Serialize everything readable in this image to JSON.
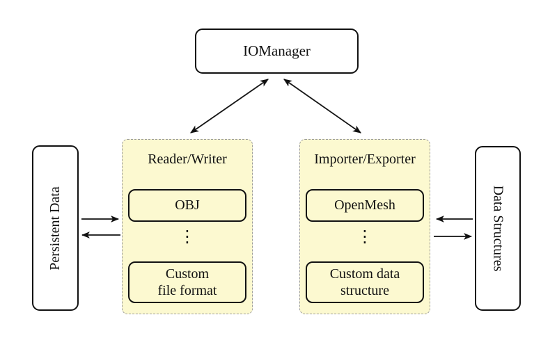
{
  "nodes": {
    "iomanager": "IOManager",
    "persistent_data": "Persistent Data",
    "data_structures": "Data Structures"
  },
  "groups": {
    "reader_writer": {
      "title": "Reader/Writer",
      "items": [
        "OBJ",
        "Custom\nfile format"
      ],
      "dots": "⋮"
    },
    "importer_exporter": {
      "title": "Importer/Exporter",
      "items": [
        "OpenMesh",
        "Custom data\nstructure"
      ],
      "dots": "⋮"
    }
  },
  "colors": {
    "group_fill": "#FCF9D0",
    "group_dash_border": "#9b9b9b",
    "node_border": "#111111",
    "arrow": "#111111",
    "background": "#ffffff"
  }
}
